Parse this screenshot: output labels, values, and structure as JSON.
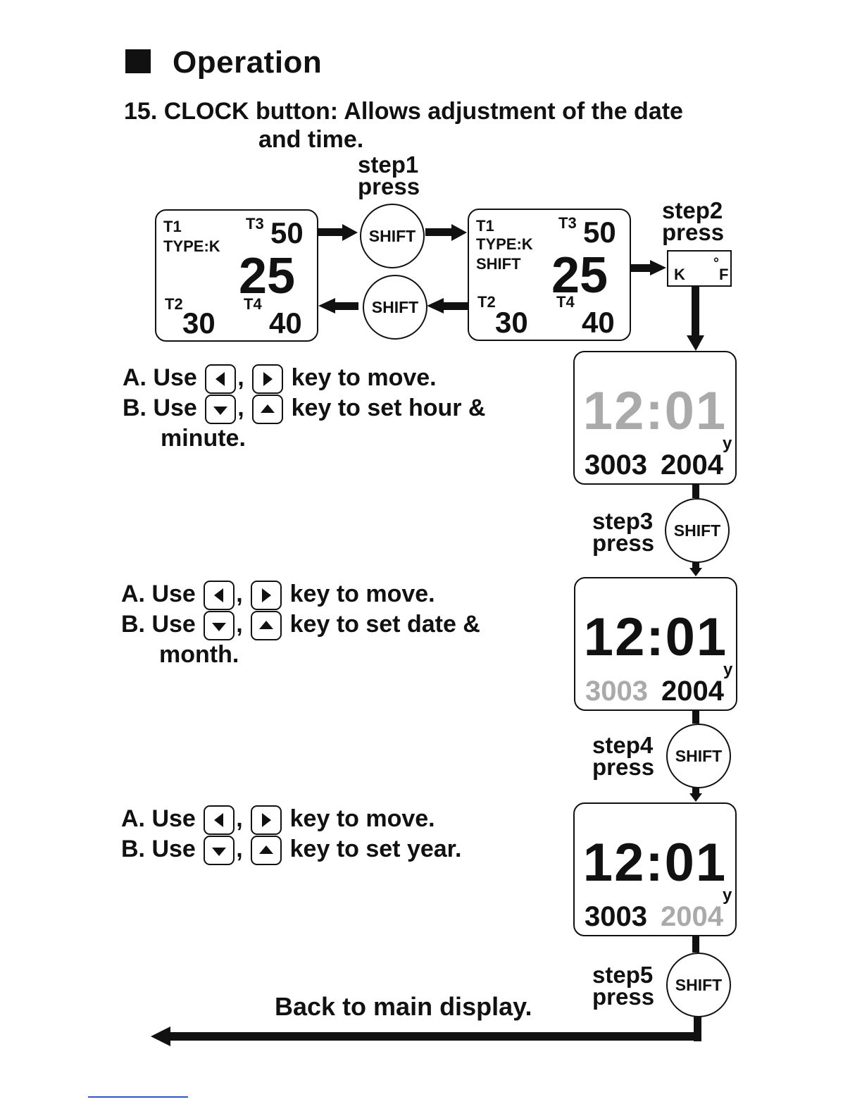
{
  "section": {
    "title": "Operation"
  },
  "heading": {
    "line1": "15. CLOCK button: Allows adjustment of the date",
    "line2": "and time."
  },
  "steps": {
    "step1": {
      "label": "step1",
      "action": "press"
    },
    "step2": {
      "label": "step2",
      "action": "press"
    },
    "step3": {
      "label": "step3",
      "action": "press"
    },
    "step4": {
      "label": "step4",
      "action": "press"
    },
    "step5": {
      "label": "step5",
      "action": "press"
    }
  },
  "shift_label": "SHIFT",
  "display_main": {
    "t1": "T1",
    "type": "TYPE:K",
    "t3": "T3",
    "t3_value": "50",
    "main": "25",
    "t2": "T2",
    "t2_value": "30",
    "t4": "T4",
    "t4_value": "40"
  },
  "display_shift": {
    "t1": "T1",
    "type": "TYPE:K",
    "mode": "SHIFT",
    "t3": "T3",
    "t3_value": "50",
    "main": "25",
    "t2": "T2",
    "t2_value": "30",
    "t4": "T4",
    "t4_value": "40"
  },
  "unit_toggle": {
    "k": "K",
    "deg": "°",
    "f": "F"
  },
  "clock": {
    "time": "12:01",
    "date": "3003",
    "year": "2004",
    "year_label": "y"
  },
  "instructions": [
    {
      "a_prefix": "A. Use",
      "a_suffix": "key to move.",
      "b_prefix": "B. Use",
      "b_suffix": "key to set hour &",
      "b_cont": "minute."
    },
    {
      "a_prefix": "A. Use",
      "a_suffix": "key to move.",
      "b_prefix": "B. Use",
      "b_suffix": "key to set date &",
      "b_cont": "month."
    },
    {
      "a_prefix": "A. Use",
      "a_suffix": "key to move.",
      "b_prefix": "B. Use",
      "b_suffix": "key to set year.",
      "b_cont": ""
    }
  ],
  "comma": ",",
  "back_text": "Back to main display."
}
